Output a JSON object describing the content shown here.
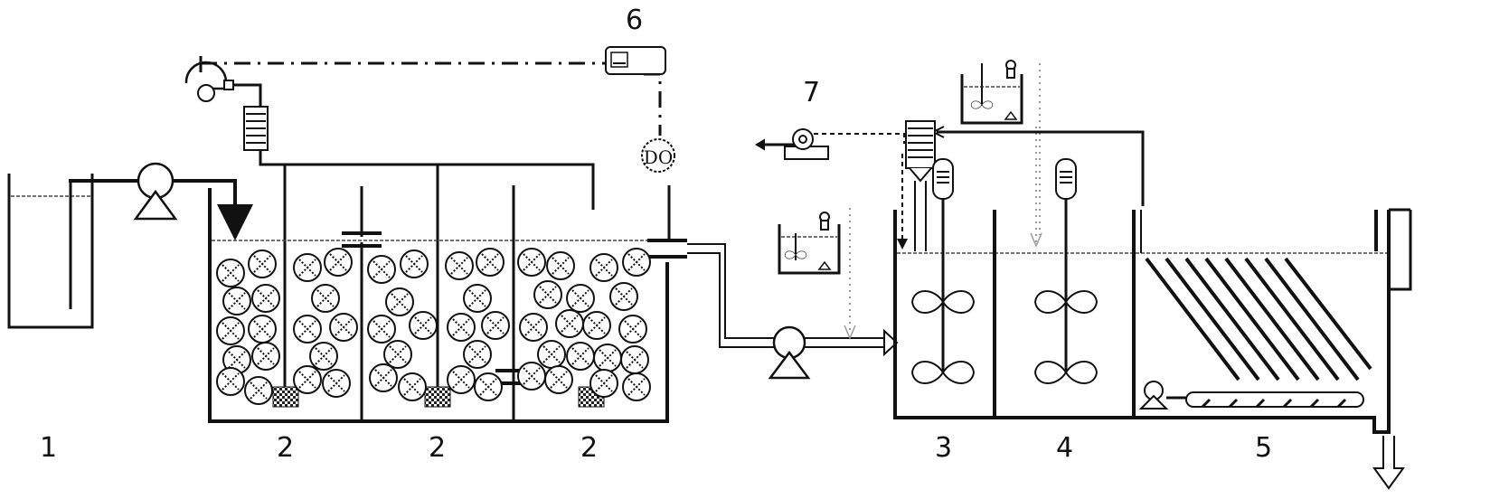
{
  "labels": {
    "feed_tank": "1",
    "reactor_a": "2",
    "reactor_b": "2",
    "reactor_c": "2",
    "coagulation_tank": "3",
    "flocculation_tank": "4",
    "settling_tank": "5",
    "do_controller": "6",
    "dosing_pump": "7",
    "do_probe": "DO"
  },
  "colors": {
    "line": "#111111",
    "background": "#ffffff"
  }
}
